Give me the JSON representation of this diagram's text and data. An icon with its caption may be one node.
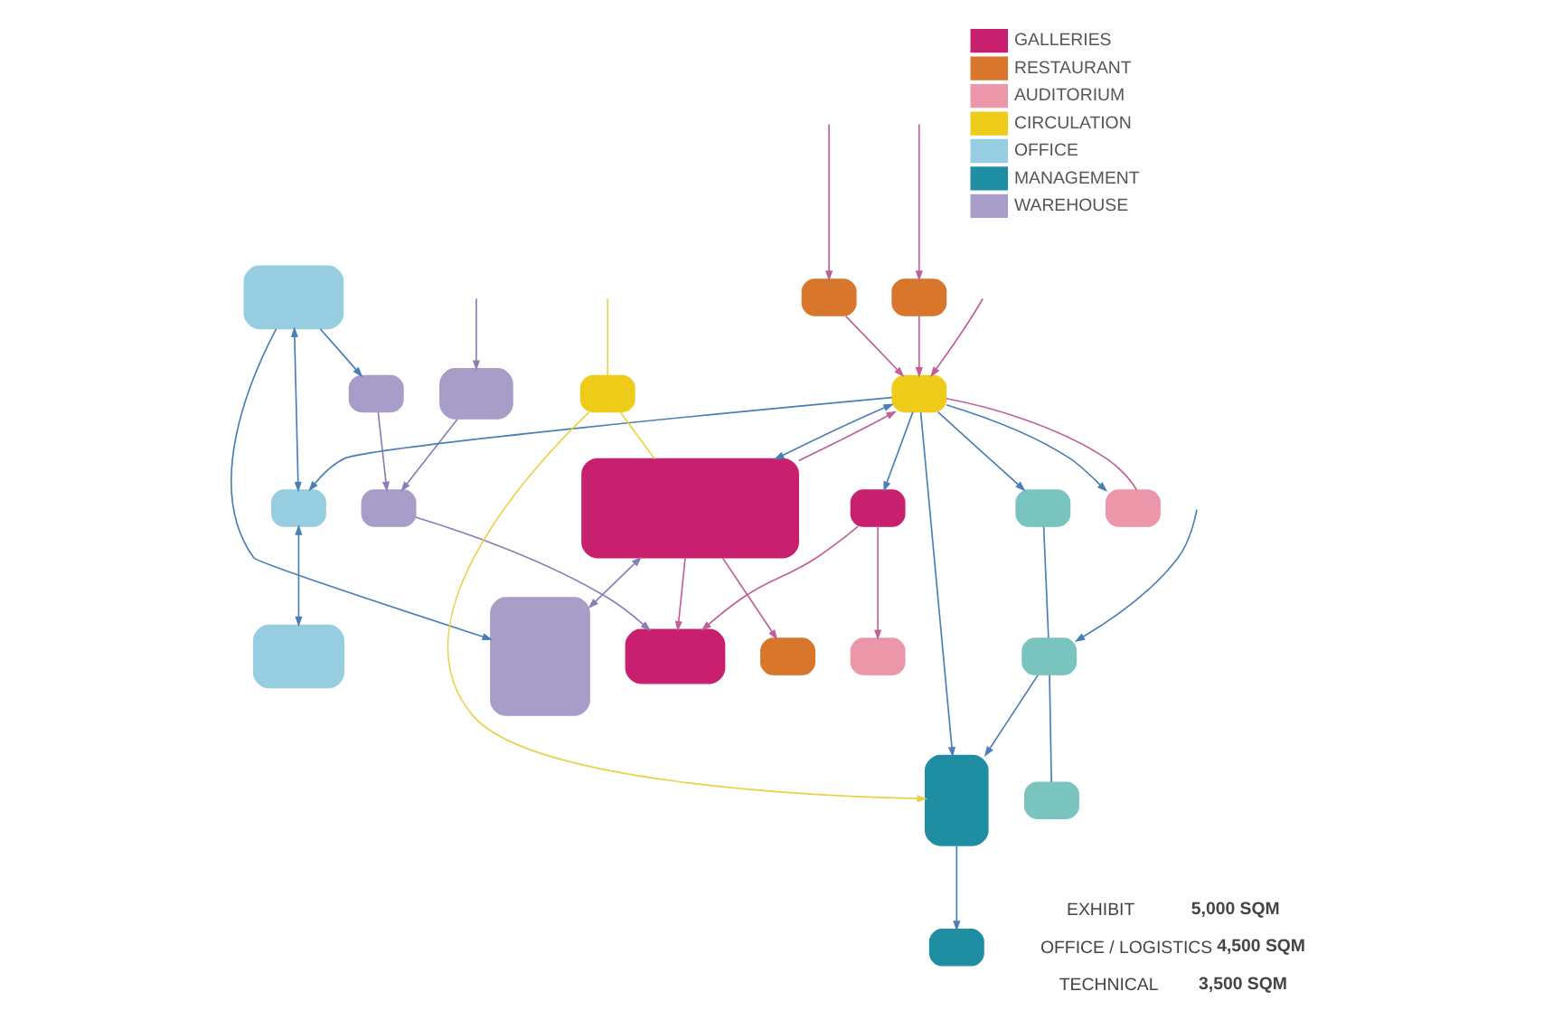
{
  "diagram": {
    "nodes": [
      {
        "text": [],
        "shape": "box"
      },
      {
        "text": [],
        "shape": "box"
      },
      {
        "text": [],
        "shape": "box"
      },
      {
        "text": [],
        "shape": "box"
      },
      {
        "text": [],
        "shape": "box"
      },
      {
        "text": [],
        "shape": "box"
      },
      {
        "text": [],
        "shape": "box"
      },
      {
        "text": [],
        "shape": "box"
      },
      {
        "text": [],
        "shape": "box"
      },
      {
        "text": [],
        "shape": "box"
      },
      {
        "text": [],
        "shape": "box"
      },
      {
        "text": [],
        "shape": "box"
      },
      {
        "text": [],
        "shape": "box"
      },
      {
        "text": [],
        "shape": "box"
      },
      {
        "text": [],
        "shape": "box"
      },
      {
        "text": [],
        "shape": "box"
      },
      {
        "text": [],
        "shape": "box"
      },
      {
        "text": [],
        "shape": "box"
      },
      {
        "text": [],
        "shape": "box"
      },
      {
        "text": [],
        "shape": "box"
      },
      {
        "text": [],
        "shape": "box"
      },
      {
        "text": [],
        "shape": "box"
      }
    ],
    "edges": [
      {
        "from": 1,
        "to": 0,
        "arrow": "both"
      },
      {
        "from": 2,
        "to": 1,
        "arrow": "both"
      },
      {
        "from": 2,
        "to": 10,
        "arrow": "to"
      },
      {
        "from": 2,
        "to": 4,
        "arrow": "to"
      },
      {
        "from": null,
        "to": 3,
        "arrow": "to",
        "color": "#8e7cb5"
      },
      {
        "from": 3,
        "to": 5,
        "arrow": "to",
        "color": "#8e7cb5"
      },
      {
        "from": 4,
        "to": 5,
        "arrow": "to",
        "color": "#8e7cb5"
      },
      {
        "from": 5,
        "to": 19,
        "arrow": "to",
        "color": "#8e7cb5"
      },
      {
        "from": 12,
        "to": 10,
        "arrow": "both",
        "color": "#8e7cb5"
      },
      {
        "from": null,
        "to": 6,
        "arrow": "to",
        "color": "#c0609a"
      },
      {
        "from": null,
        "to": 7,
        "arrow": "to",
        "color": "#c0609a"
      },
      {
        "from": 6,
        "to": 11,
        "arrow": "to",
        "color": "#c0609a"
      },
      {
        "from": 7,
        "to": 11,
        "arrow": "to",
        "color": "#c0609a"
      },
      {
        "from": null,
        "to": 11,
        "arrow": "to",
        "color": "#c0609a"
      },
      {
        "from": 11,
        "to": 12,
        "arrow": "both"
      },
      {
        "from": 11,
        "to": 1,
        "arrow": "to"
      },
      {
        "from": 11,
        "to": 8,
        "arrow": "to"
      },
      {
        "from": 11,
        "to": 9,
        "arrow": "to"
      },
      {
        "from": 11,
        "to": 18,
        "arrow": "to"
      },
      {
        "from": 11,
        "to": 16,
        "arrow": "to"
      },
      {
        "from": 12,
        "to": 11,
        "arrow": "to",
        "color": "#c0609a"
      },
      {
        "from": 9,
        "to": 11,
        "arrow": "none",
        "color": "#c0609a"
      },
      {
        "from": 8,
        "to": 13,
        "arrow": "to",
        "color": "#c0609a"
      },
      {
        "from": 8,
        "to": 19,
        "arrow": "to",
        "color": "#c0609a"
      },
      {
        "from": 12,
        "to": 15,
        "arrow": "to",
        "color": "#c0609a"
      },
      {
        "from": 12,
        "to": 19,
        "arrow": "to",
        "color": "#c0609a"
      },
      {
        "from": null,
        "to": 14,
        "arrow": "none",
        "color": "#e8d24a"
      },
      {
        "from": 14,
        "to": 12,
        "arrow": "none",
        "color": "#e8d24a"
      },
      {
        "from": 14,
        "to": 18,
        "arrow": "to",
        "color": "#e8d24a"
      },
      {
        "from": 16,
        "to": 21,
        "arrow": "none"
      },
      {
        "from": 21,
        "to": 18,
        "arrow": "to"
      },
      {
        "from": 18,
        "to": 17,
        "arrow": "to"
      },
      {
        "from": null,
        "to": 21,
        "arrow": "to"
      },
      {
        "from": 21,
        "to": 20,
        "arrow": "none"
      }
    ],
    "labels": [
      "EXHIBIT **5,000 SQM**",
      "OFFICE / LOGISTICS **4,500 SQM**",
      "TECHNICAL **3,500 SQM**"
    ],
    "legend": [
      {
        "text": "GALLERIES",
        "color": "#c8206e"
      },
      {
        "text": "RESTAURANT",
        "color": "#d8762c"
      },
      {
        "text": "AUDITORIUM",
        "color": "#ec96aa"
      },
      {
        "text": "CIRCULATION",
        "color": "#f0cc1a"
      },
      {
        "text": "OFFICE",
        "color": "#96cde0"
      },
      {
        "text": "MANAGEMENT",
        "color": "#1f8ea3"
      },
      {
        "text": "WAREHOUSE",
        "color": "#a89cc8"
      }
    ]
  }
}
